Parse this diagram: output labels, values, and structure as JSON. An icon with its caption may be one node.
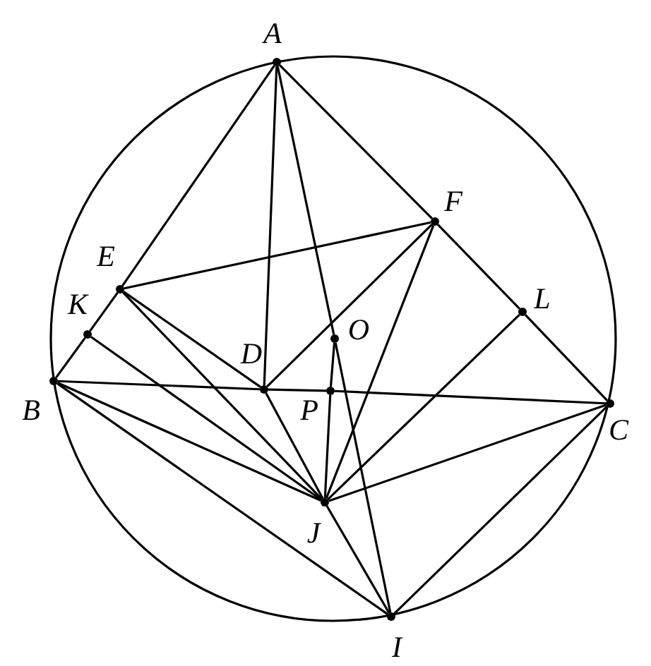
{
  "diagram": {
    "nodes": [
      {
        "text": [
          "A"
        ]
      },
      {
        "text": [
          "E"
        ]
      },
      {
        "text": [
          "F"
        ]
      },
      {
        "text": [
          "K"
        ]
      },
      {
        "text": [
          "L"
        ]
      },
      {
        "text": [
          "D"
        ]
      },
      {
        "text": [
          "O"
        ]
      },
      {
        "text": [
          "B"
        ]
      },
      {
        "text": [
          "P"
        ]
      },
      {
        "text": [
          "C"
        ]
      },
      {
        "text": [
          "J"
        ]
      },
      {
        "text": [
          "I"
        ]
      }
    ],
    "edges": [
      {
        "from": 0,
        "to": 1,
        "arrow": "none"
      },
      {
        "from": 1,
        "to": 3,
        "arrow": "none"
      },
      {
        "from": 3,
        "to": 7,
        "arrow": "none"
      },
      {
        "from": 0,
        "to": 2,
        "arrow": "none"
      },
      {
        "from": 2,
        "to": 4,
        "arrow": "none"
      },
      {
        "from": 4,
        "to": 9,
        "arrow": "none"
      },
      {
        "from": 7,
        "to": 5,
        "arrow": "none"
      },
      {
        "from": 5,
        "to": 8,
        "arrow": "none"
      },
      {
        "from": 8,
        "to": 9,
        "arrow": "none"
      },
      {
        "from": 0,
        "to": 5,
        "arrow": "none"
      },
      {
        "from": 0,
        "to": 6,
        "arrow": "none"
      },
      {
        "from": 6,
        "to": 11,
        "arrow": "none"
      },
      {
        "from": 6,
        "to": 8,
        "arrow": "none"
      },
      {
        "from": 8,
        "to": 10,
        "arrow": "none"
      },
      {
        "from": 1,
        "to": 2,
        "arrow": "none"
      },
      {
        "from": 1,
        "to": 5,
        "arrow": "none"
      },
      {
        "from": 1,
        "to": 10,
        "arrow": "none"
      },
      {
        "from": 3,
        "to": 10,
        "arrow": "none"
      },
      {
        "from": 7,
        "to": 10,
        "arrow": "none"
      },
      {
        "from": 7,
        "to": 11,
        "arrow": "none"
      },
      {
        "from": 5,
        "to": 2,
        "arrow": "none"
      },
      {
        "from": 5,
        "to": 10,
        "arrow": "none"
      },
      {
        "from": 2,
        "to": 10,
        "arrow": "none"
      },
      {
        "from": 4,
        "to": 10,
        "arrow": "none"
      },
      {
        "from": 9,
        "to": 10,
        "arrow": "none"
      },
      {
        "from": 9,
        "to": 11,
        "arrow": "none"
      },
      {
        "from": 10,
        "to": 11,
        "arrow": "none"
      }
    ]
  }
}
